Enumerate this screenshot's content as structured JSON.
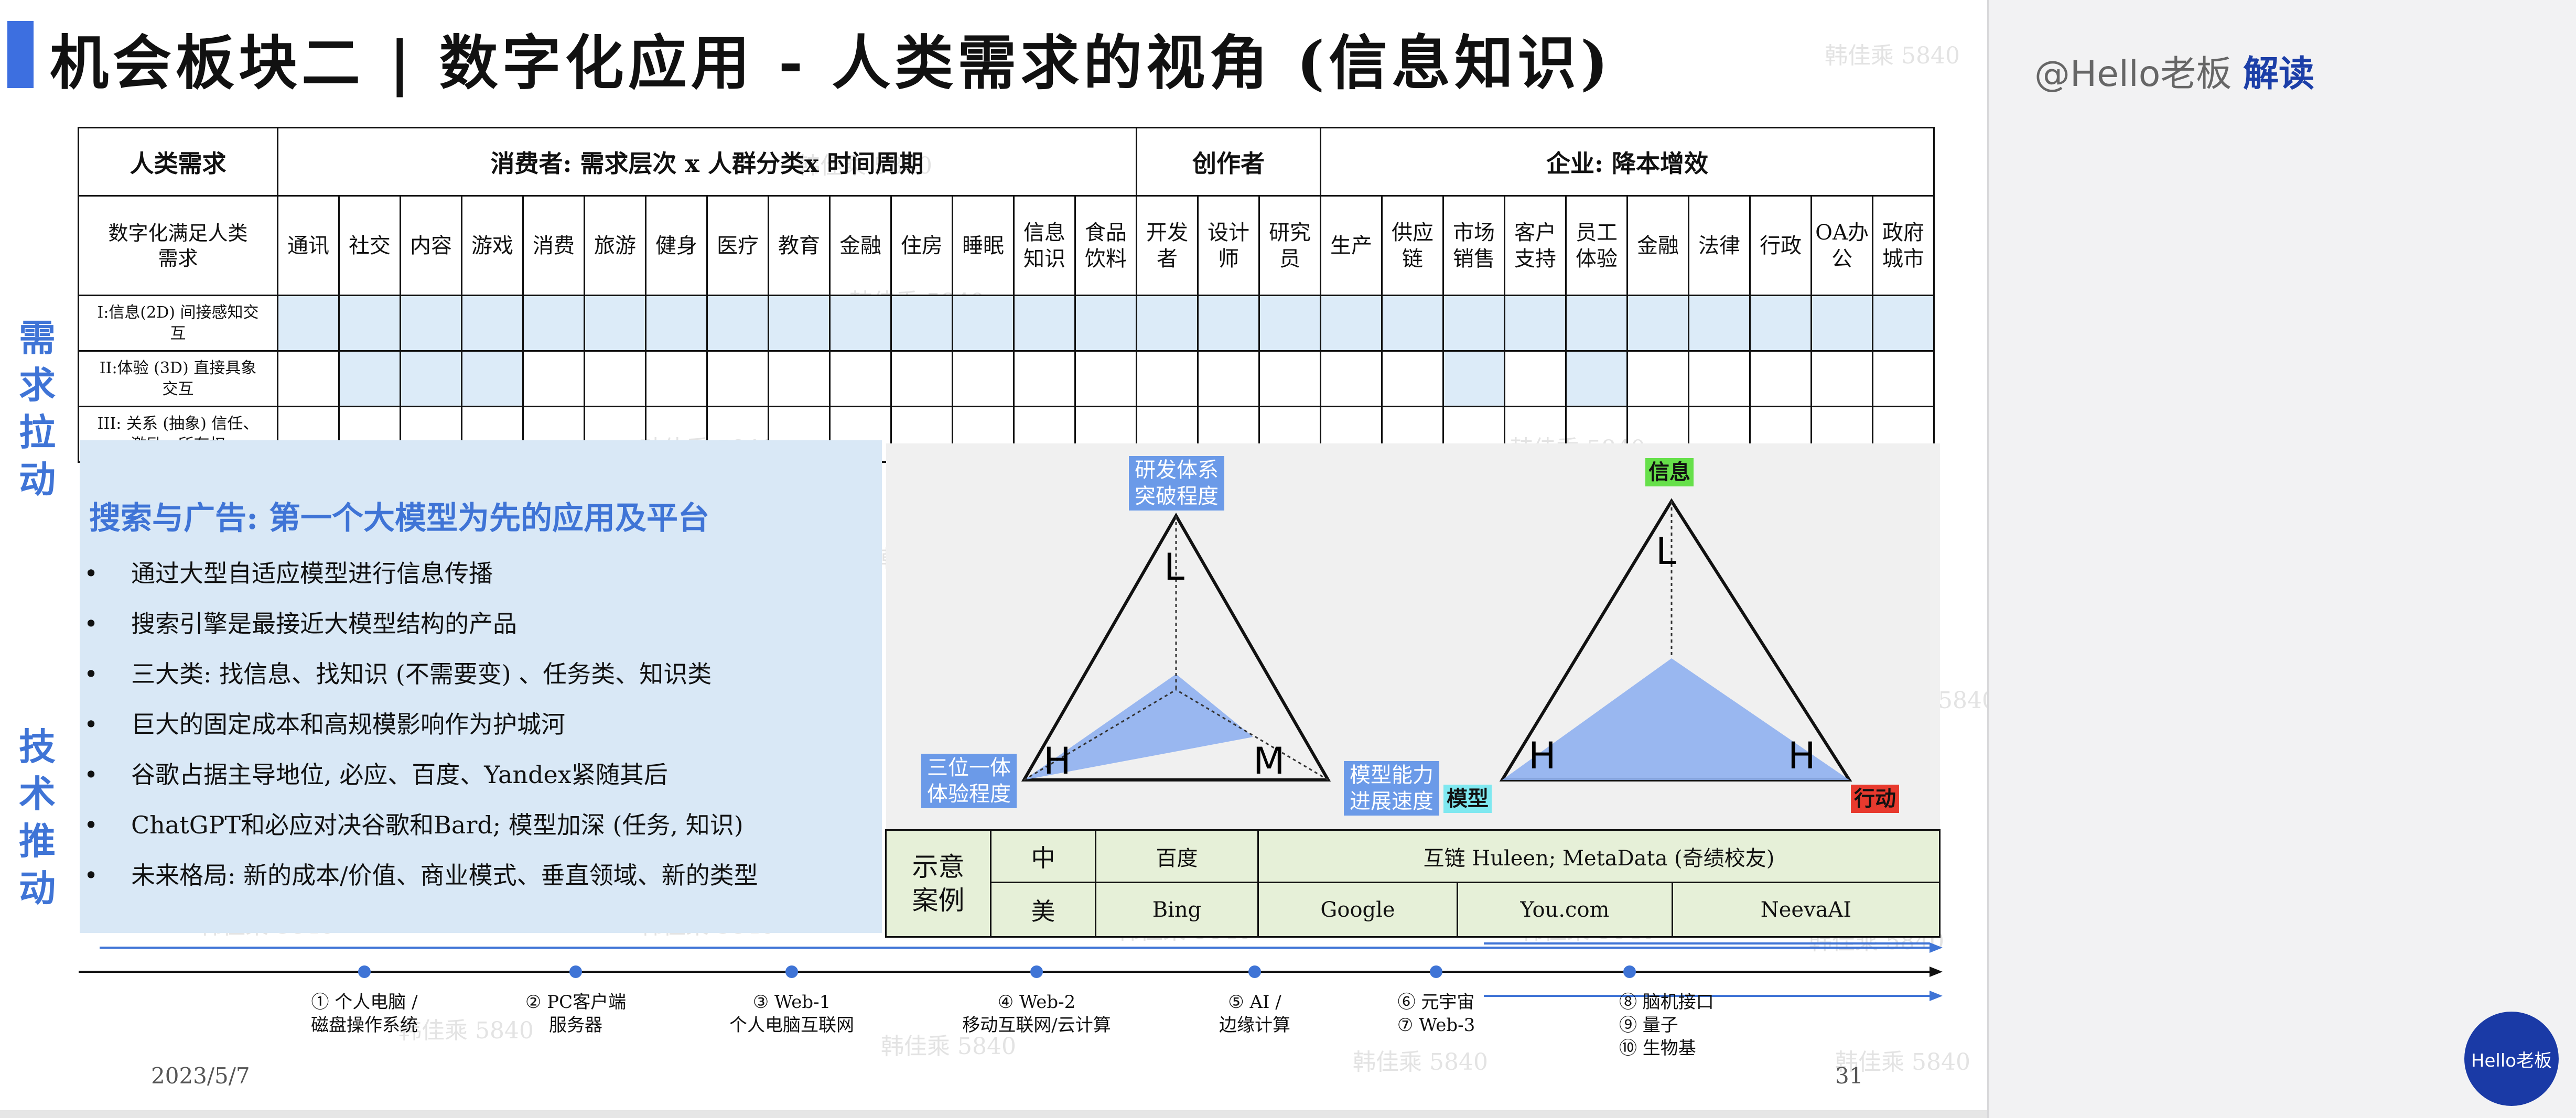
{
  "title": "机会板块二 | 数字化应用 - 人类需求的视角 (信息知识)",
  "side_labels": {
    "demand": "需求拉动",
    "tech": "技术推动"
  },
  "table": {
    "row0": {
      "human_needs": "人类需求",
      "consumer": "消费者: 需求层次 x 人群分类x 时间周期",
      "creator": "创作者",
      "enterprise": "企业: 降本增效"
    },
    "row1_first": "数字化满足人类需求",
    "columns": [
      "通讯",
      "社交",
      "内容",
      "游戏",
      "消费",
      "旅游",
      "健身",
      "医疗",
      "教育",
      "金融",
      "住房",
      "睡眠",
      "信息知识",
      "食品饮料",
      "开发者",
      "设计师",
      "研究员",
      "生产",
      "供应链",
      "市场销售",
      "客户支持",
      "员工体验",
      "金融",
      "法律",
      "行政",
      "OA办公",
      "政府城市"
    ],
    "rows": [
      {
        "label": "I:信息(2D) 间接感知交互",
        "highlights": [
          1,
          2,
          3,
          4,
          5,
          6,
          7,
          8,
          9,
          10,
          11,
          12,
          13,
          14,
          15,
          16,
          17,
          18,
          19,
          20,
          21,
          22,
          23,
          24,
          25,
          26,
          27
        ]
      },
      {
        "label": "II:体验 (3D) 直接具象交互",
        "highlights": [
          2,
          3,
          4,
          20,
          22
        ]
      },
      {
        "label": "III: 关系 (抽象) 信任、激励、所有权",
        "highlights": []
      }
    ]
  },
  "overlay": {
    "heading": "搜索与广告: 第一个大模型为先的应用及平台",
    "bullets": [
      "通过大型自适应模型进行信息传播",
      "搜索引擎是最接近大模型结构的产品",
      "三大类: 找信息、找知识 (不需要变) 、任务类、知识类",
      "巨大的固定成本和高规模影响作为护城河",
      "谷歌占据主导地位, 必应、百度、Yandex紧随其后",
      "ChatGPT和必应对决谷歌和Bard; 模型加深 (任务, 知识)",
      "未来格局: 新的成本/价值、商业模式、垂直领域、新的类型"
    ]
  },
  "diagram": {
    "left": {
      "top_label": "研发体系突破程度",
      "left_label": "三位一体体验程度",
      "right_label": "模型能力进展速度",
      "vertex_top": "L",
      "vertex_left": "H",
      "vertex_right": "M"
    },
    "right": {
      "top_label": "信息",
      "left_label": "模型",
      "right_label": "行动",
      "vertex_top": "L",
      "vertex_left": "H",
      "vertex_right": "H"
    },
    "colors": {
      "fill": "#8fb0f0",
      "green": "#66e04a",
      "cyan": "#7fe8f0",
      "red": "#e83a2e"
    }
  },
  "examples": {
    "label": "示意案例",
    "cn": {
      "region": "中",
      "items": [
        "百度",
        "互链 Huleen; MetaData (奇绩校友)"
      ]
    },
    "us": {
      "region": "美",
      "items": [
        "Bing",
        "Google",
        "You.com",
        "NeevaAI"
      ]
    }
  },
  "timeline": [
    {
      "text": "① 个人电脑 / 磁盘操作系统"
    },
    {
      "text": "② PC客户端 服务器"
    },
    {
      "text": "③ Web-1 个人电脑互联网"
    },
    {
      "text": "④ Web-2 移动互联网/云计算"
    },
    {
      "text": "⑤ AI / 边缘计算"
    },
    {
      "text": "⑥ 元宇宙 ⑦ Web-3"
    },
    {
      "text": "⑧ 脑机接口 ⑨ 量子 ⑩ 生物基"
    }
  ],
  "footer": {
    "date": "2023/5/7",
    "page": "31"
  },
  "watermark": "韩佳乘 5840",
  "side_panel": {
    "handle": "@Hello老板",
    "action": "解读",
    "badge": "Hello老板"
  }
}
